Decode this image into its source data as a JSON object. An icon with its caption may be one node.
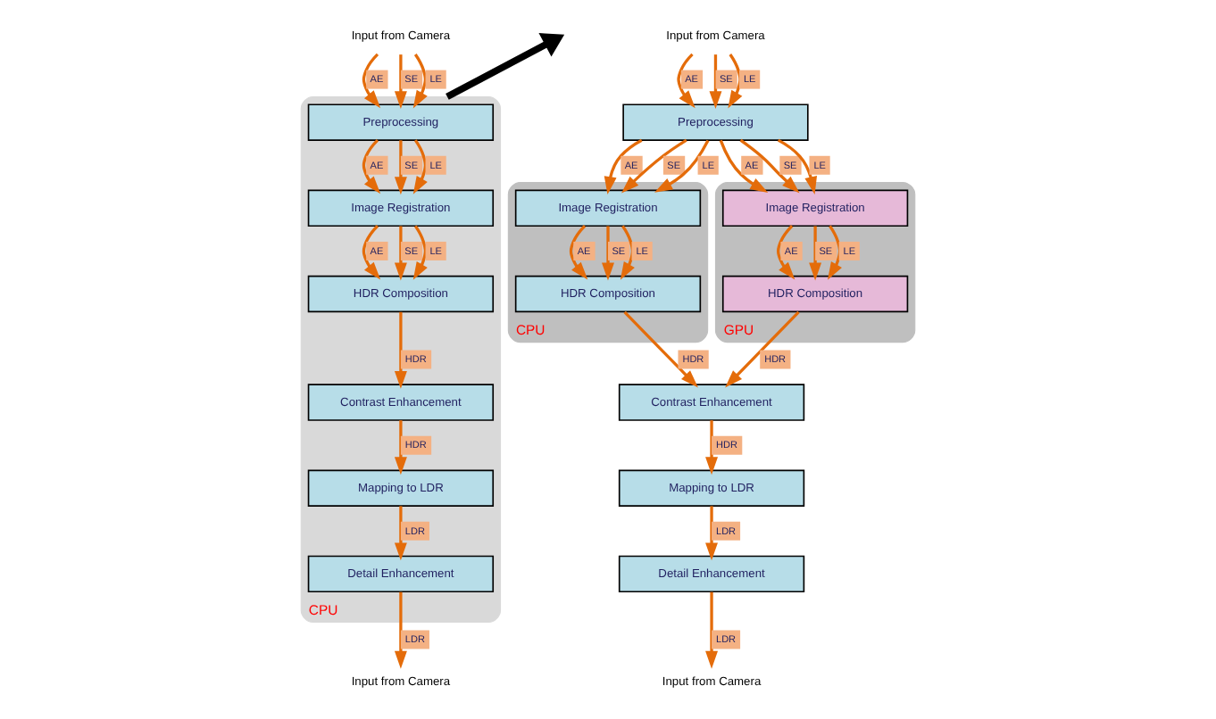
{
  "diagram": {
    "nodes": [
      {
        "text": [
          "Input from Camera"
        ]
      },
      {
        "text": [
          "CPU"
        ]
      },
      {
        "text": [
          "Preprocessing"
        ],
        "in": 1
      },
      {
        "text": [
          "Image Registration"
        ],
        "in": 1
      },
      {
        "text": [
          "HDR Composition"
        ],
        "in": 1
      },
      {
        "text": [
          "Contrast Enhancement"
        ],
        "in": 1
      },
      {
        "text": [
          "Mapping to LDR"
        ],
        "in": 1
      },
      {
        "text": [
          "Detail Enhancement"
        ],
        "in": 1
      },
      {
        "text": [
          "Input from Camera"
        ]
      },
      {
        "text": [
          "Input from Camera"
        ]
      },
      {
        "text": [
          "Preprocessing"
        ]
      },
      {
        "text": [
          "CPU"
        ]
      },
      {
        "text": [
          "Image Registration"
        ],
        "in": 11
      },
      {
        "text": [
          "HDR Composition"
        ],
        "in": 11
      },
      {
        "text": [
          "GPU"
        ]
      },
      {
        "text": [
          "Image Registration"
        ],
        "in": 14
      },
      {
        "text": [
          "HDR Composition"
        ],
        "in": 14
      },
      {
        "text": [
          "Contrast Enhancement"
        ]
      },
      {
        "text": [
          "Mapping to LDR"
        ]
      },
      {
        "text": [
          "Detail Enhancement"
        ]
      },
      {
        "text": [
          "Input from Camera"
        ]
      }
    ],
    "edges": [
      {
        "from": 0,
        "to": 2,
        "arrow": "to",
        "label": "AE"
      },
      {
        "from": 0,
        "to": 2,
        "arrow": "to",
        "label": "SE"
      },
      {
        "from": 0,
        "to": 2,
        "arrow": "to",
        "label": "LE"
      },
      {
        "from": 2,
        "to": 3,
        "arrow": "to",
        "label": "AE"
      },
      {
        "from": 2,
        "to": 3,
        "arrow": "to",
        "label": "SE"
      },
      {
        "from": 2,
        "to": 3,
        "arrow": "to",
        "label": "LE"
      },
      {
        "from": 3,
        "to": 4,
        "arrow": "to",
        "label": "AE"
      },
      {
        "from": 3,
        "to": 4,
        "arrow": "to",
        "label": "SE"
      },
      {
        "from": 3,
        "to": 4,
        "arrow": "to",
        "label": "LE"
      },
      {
        "from": 4,
        "to": 5,
        "arrow": "to",
        "label": "HDR"
      },
      {
        "from": 5,
        "to": 6,
        "arrow": "to",
        "label": "HDR"
      },
      {
        "from": 6,
        "to": 7,
        "arrow": "to",
        "label": "LDR"
      },
      {
        "from": 7,
        "to": 8,
        "arrow": "to",
        "label": "LDR"
      },
      {
        "from": 1,
        "to": null,
        "arrow": "to",
        "style": "thick",
        "color": "#000000"
      },
      {
        "from": 9,
        "to": 10,
        "arrow": "to",
        "label": "AE"
      },
      {
        "from": 9,
        "to": 10,
        "arrow": "to",
        "label": "SE"
      },
      {
        "from": 9,
        "to": 10,
        "arrow": "to",
        "label": "LE"
      },
      {
        "from": 10,
        "to": 12,
        "arrow": "to",
        "label": "AE"
      },
      {
        "from": 10,
        "to": 12,
        "arrow": "to",
        "label": "SE"
      },
      {
        "from": 10,
        "to": 12,
        "arrow": "to",
        "label": "LE"
      },
      {
        "from": 10,
        "to": 15,
        "arrow": "to",
        "label": "AE"
      },
      {
        "from": 10,
        "to": 15,
        "arrow": "to",
        "label": "SE"
      },
      {
        "from": 10,
        "to": 15,
        "arrow": "to",
        "label": "LE"
      },
      {
        "from": 12,
        "to": 13,
        "arrow": "to",
        "label": "AE"
      },
      {
        "from": 12,
        "to": 13,
        "arrow": "to",
        "label": "SE"
      },
      {
        "from": 12,
        "to": 13,
        "arrow": "to",
        "label": "LE"
      },
      {
        "from": 15,
        "to": 16,
        "arrow": "to",
        "label": "AE"
      },
      {
        "from": 15,
        "to": 16,
        "arrow": "to",
        "label": "SE"
      },
      {
        "from": 15,
        "to": 16,
        "arrow": "to",
        "label": "LE"
      },
      {
        "from": 13,
        "to": 17,
        "arrow": "to",
        "label": "HDR"
      },
      {
        "from": 16,
        "to": 17,
        "arrow": "to",
        "label": "HDR"
      },
      {
        "from": 17,
        "to": 18,
        "arrow": "to",
        "label": "HDR"
      },
      {
        "from": 18,
        "to": 19,
        "arrow": "to",
        "label": "LDR"
      },
      {
        "from": 19,
        "to": 20,
        "arrow": "to",
        "label": "LDR"
      }
    ]
  }
}
